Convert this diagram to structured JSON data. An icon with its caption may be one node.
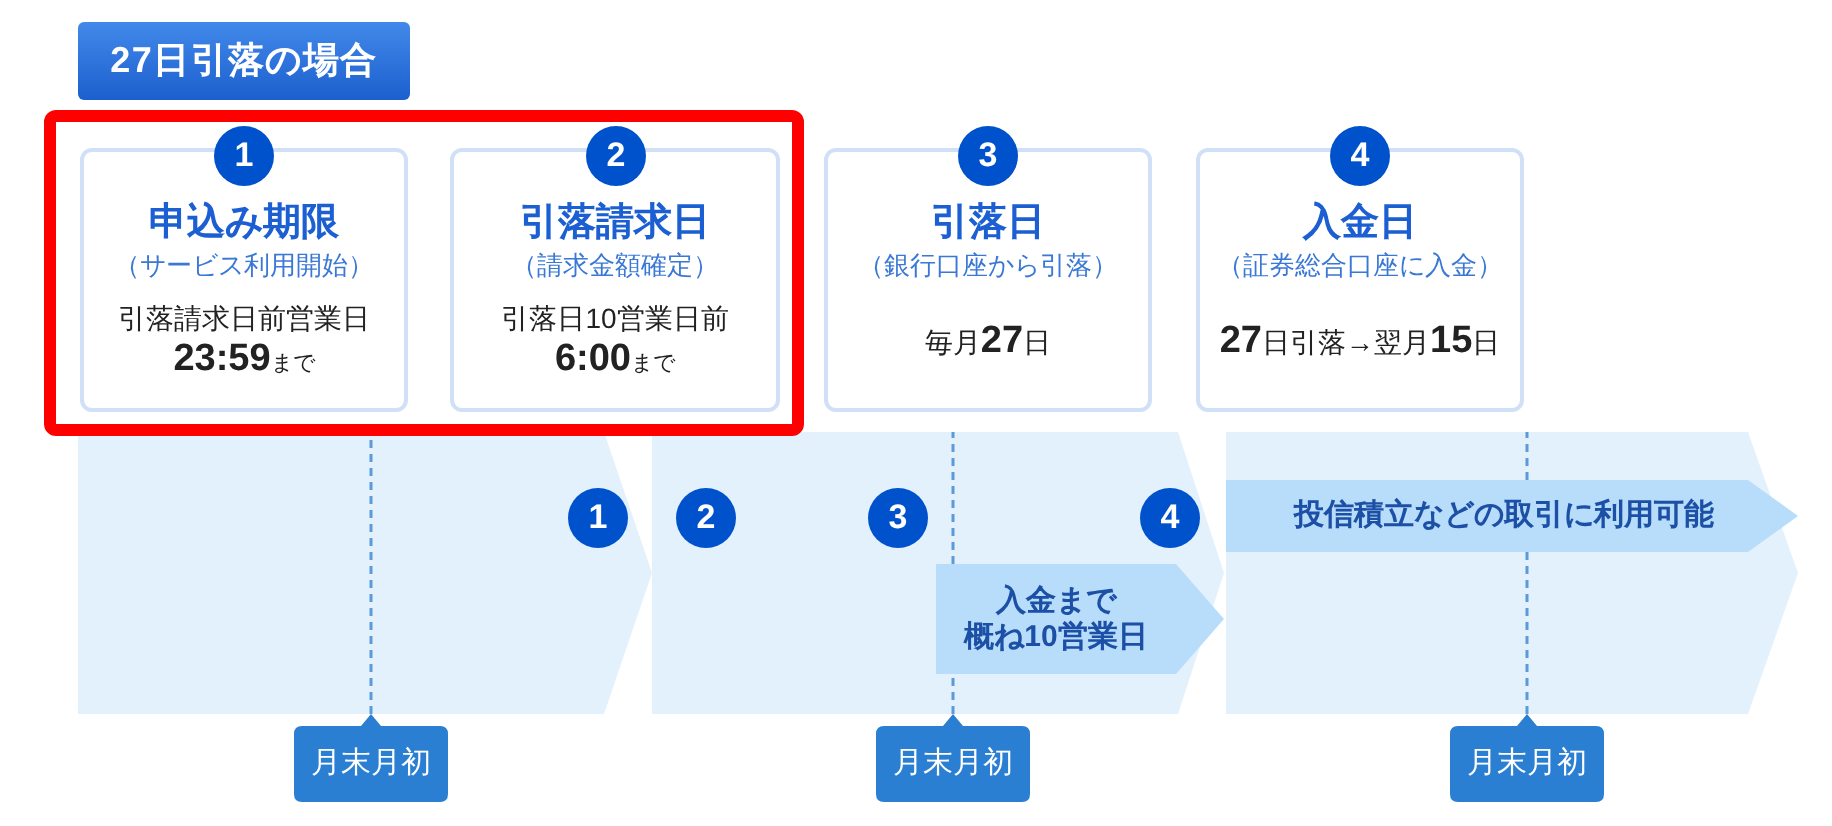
{
  "diagram": {
    "title": "27日引落の場合",
    "nodes": [
      {
        "text": [],
        "shape": "box"
      },
      {
        "text": [
          "1"
        ],
        "in": 0
      },
      {
        "text": [
          "申込み期限",
          "（サービス利用開始）",
          "引落請求日前営業日",
          "**23:59**まで"
        ],
        "in": 0
      },
      {
        "text": [
          "2"
        ],
        "in": 0
      },
      {
        "text": [
          "引落請求日",
          "（請求金額確定）",
          "引落日10営業日前",
          "**6:00**まで"
        ],
        "in": 0
      },
      {
        "text": [
          "3"
        ]
      },
      {
        "text": [
          "引落日",
          "（銀行口座から引落）",
          "毎月**27**日"
        ]
      },
      {
        "text": [
          "4"
        ]
      },
      {
        "text": [
          "入金日",
          "（証券総合口座に入金）",
          "**27**日引落→翌月**15**日"
        ]
      },
      {
        "text": [],
        "shape": "chevron"
      },
      {
        "text": [
          "1"
        ],
        "in": 9
      },
      {
        "text": [],
        "shape": "chevron"
      },
      {
        "text": [
          "2"
        ],
        "in": 11
      },
      {
        "text": [
          "3"
        ],
        "in": 11
      },
      {
        "text": [
          "入金まで",
          "概ね10営業日"
        ],
        "in": 11
      },
      {
        "text": [
          "4"
        ],
        "in": 11
      },
      {
        "text": [],
        "shape": "chevron"
      },
      {
        "text": [
          "投信積立などの取引に利用可能"
        ],
        "in": 16
      },
      {
        "text": [
          "月末月初"
        ]
      },
      {
        "text": [
          "月末月初"
        ]
      },
      {
        "text": [
          "月末月初"
        ]
      }
    ],
    "edges": [
      {
        "from": 18,
        "to": 9,
        "arrow": "none",
        "style": "dashed"
      },
      {
        "from": 19,
        "to": 14,
        "arrow": "none",
        "style": "dashed"
      },
      {
        "from": 14,
        "to": 11,
        "arrow": "none",
        "style": "dashed"
      },
      {
        "from": 20,
        "to": 17,
        "arrow": "none",
        "style": "dashed"
      },
      {
        "from": 17,
        "to": 16,
        "arrow": "none",
        "style": "dashed"
      }
    ]
  }
}
